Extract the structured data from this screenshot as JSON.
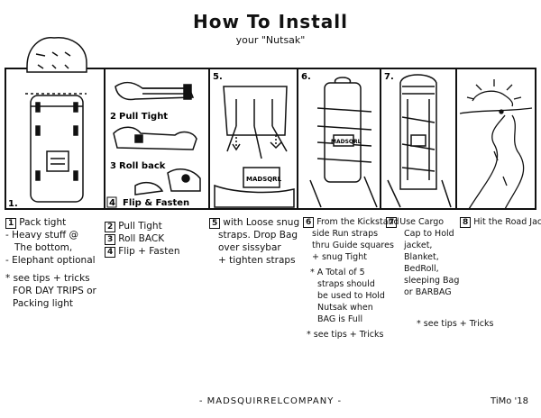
{
  "title": "How To Install",
  "subtitle": "your \"Nutsak\"",
  "panels": {
    "p1_number": "1.",
    "p2_number": "4",
    "p3_number": "5.",
    "p4_number": "6.",
    "p5_number": "7.",
    "p2_labels": {
      "pull": "Pull Tight",
      "roll": "Roll back",
      "flip": "Flip & Fasten",
      "n2": "2",
      "n3": "3"
    },
    "p3_bag_label": "MADSQRL",
    "p4_bag_label": "MADSQRL"
  },
  "steps": {
    "s1": {
      "num": "1",
      "lines": [
        "Pack tight",
        "- Heavy stuff @",
        "  The bottom,",
        "- Elephant optional",
        "* see tips + tricks",
        "  FOR DAY TRIPS or",
        "  Packing light"
      ]
    },
    "s2": {
      "nums": [
        "2",
        "3",
        "4"
      ],
      "lines": [
        "Pull Tight",
        "Roll BACK",
        "Flip + Fasten"
      ]
    },
    "s5": {
      "num": "5",
      "lines": [
        "with Loose snug",
        "straps. Drop Bag",
        "over sissybar",
        "+ tighten straps"
      ]
    },
    "s6": {
      "num": "6",
      "lines": [
        "From the Kickstand",
        "side Run straps",
        "thru Guide squares",
        "+ snug Tight",
        "* A Total of 5",
        "  straps should",
        "  be used to Hold",
        "  Nutsak when",
        "  BAG is Full",
        "* see tips + Tricks"
      ]
    },
    "s7": {
      "num": "7",
      "lines": [
        "Use Cargo",
        "Cap to Hold",
        "jacket,",
        "Blanket,",
        "BedRoll,",
        "sleeping Bag",
        "or BARBAG",
        "* see tips + Tricks"
      ]
    },
    "s8": {
      "num": "8",
      "lines": [
        "Hit the Road Jack"
      ]
    }
  },
  "footer": "- MADSQUIRRELCOMPANY -",
  "signature": "TiMo '18"
}
